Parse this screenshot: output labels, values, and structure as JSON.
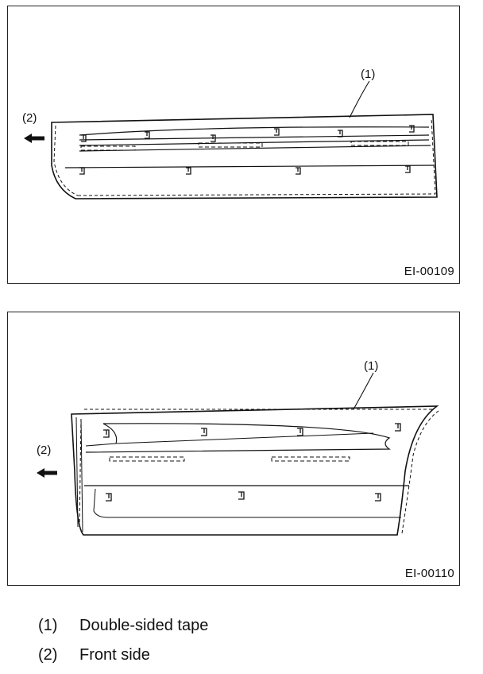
{
  "figures": [
    {
      "id": "EI-00109",
      "callouts": {
        "tape": "(1)",
        "front": "(2)"
      }
    },
    {
      "id": "EI-00110",
      "callouts": {
        "tape": "(1)",
        "front": "(2)"
      }
    }
  ],
  "legend": [
    {
      "num": "(1)",
      "text": "Double-sided tape"
    },
    {
      "num": "(2)",
      "text": "Front side"
    }
  ]
}
